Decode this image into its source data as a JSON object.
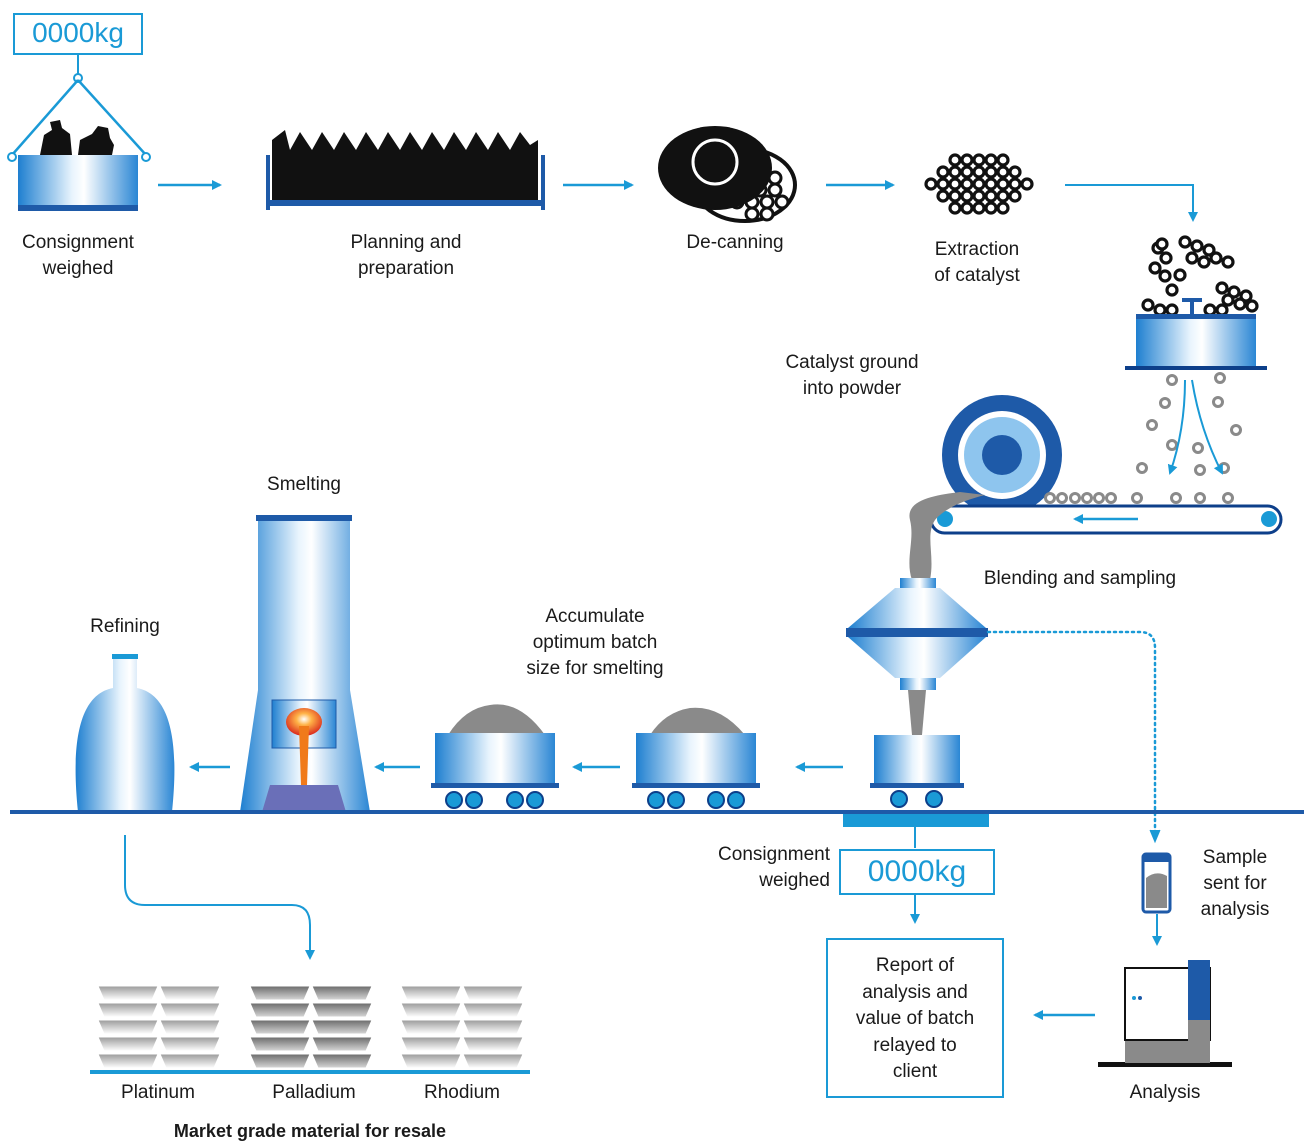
{
  "steps": {
    "consignment_weighed_top": "Consignment\nweighed",
    "planning": "Planning and\npreparation",
    "decanning": "De-canning",
    "extraction": "Extraction\nof catalyst",
    "ground": "Catalyst ground\ninto powder",
    "blending": "Blending and sampling",
    "smelting": "Smelting",
    "refining": "Refining",
    "accumulate": "Accumulate\noptimum batch\nsize for smelting",
    "consignment_weighed_bottom": "Consignment\nweighed",
    "sample": "Sample\nsent for\nanalysis",
    "analysis": "Analysis",
    "report": "Report of\nanalysis and\nvalue of batch\nrelayed to\nclient"
  },
  "scales": {
    "top": "0000kg",
    "bottom": "0000kg"
  },
  "metals": [
    "Platinum",
    "Palladium",
    "Rhodium"
  ],
  "market_caption": "Market grade material for resale",
  "colors": {
    "accent": "#1a9ad6",
    "dark_blue": "#1e5aa8",
    "navy": "#0d3f8a",
    "grey": "#8a8a8a",
    "flame": "#f07a1a"
  }
}
